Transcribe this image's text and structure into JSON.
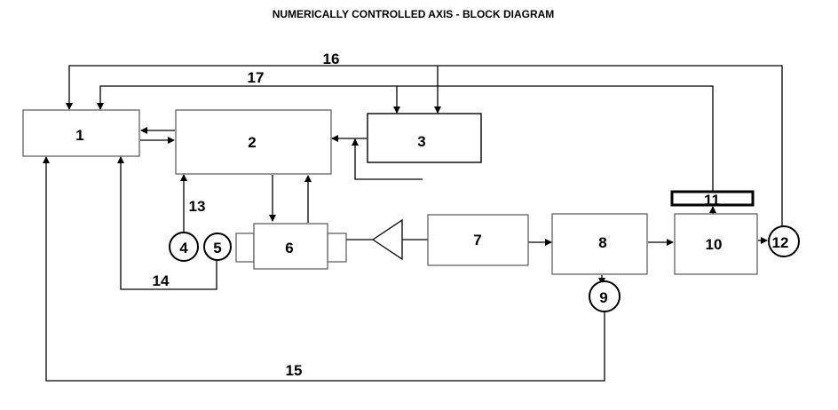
{
  "title": "NUMERICALLY CONTROLLED AXIS - BLOCK DIAGRAM",
  "blocks": {
    "b1": "1",
    "b2": "2",
    "b3": "3",
    "b6": "6",
    "b7": "7",
    "b8": "8",
    "b10": "10",
    "b11": "11"
  },
  "nodes": {
    "n4": "4",
    "n5": "5",
    "n9": "9",
    "n12": "12"
  },
  "lines": {
    "l13": "13",
    "l14": "14",
    "l15": "15",
    "l16": "16",
    "l17": "17"
  }
}
